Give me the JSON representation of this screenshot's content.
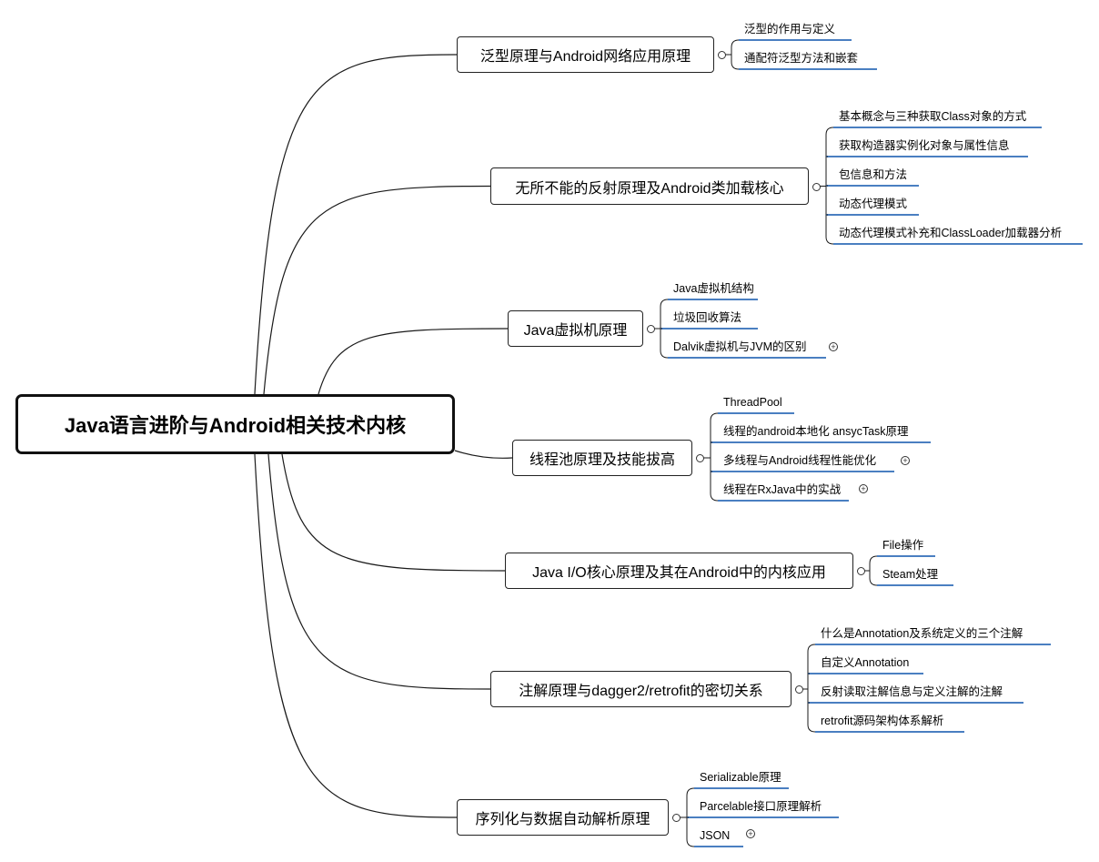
{
  "root": {
    "label": "Java语言进阶与Android相关技术内核"
  },
  "branches": [
    {
      "label": "泛型原理与Android网络应用原理",
      "items": [
        {
          "label": "泛型的作用与定义"
        },
        {
          "label": "通配符泛型方法和嵌套"
        }
      ]
    },
    {
      "label": "无所不能的反射原理及Android类加载核心",
      "items": [
        {
          "label": "基本概念与三种获取Class对象的方式"
        },
        {
          "label": "获取构造器实例化对象与属性信息"
        },
        {
          "label": "包信息和方法"
        },
        {
          "label": "动态代理模式"
        },
        {
          "label": "动态代理模式补充和ClassLoader加载器分析"
        }
      ]
    },
    {
      "label": "Java虚拟机原理",
      "items": [
        {
          "label": "Java虚拟机结构"
        },
        {
          "label": "垃圾回收算法"
        },
        {
          "label": "Dalvik虚拟机与JVM的区别",
          "collapsed": true
        }
      ]
    },
    {
      "label": "线程池原理及技能拔高",
      "items": [
        {
          "label": "ThreadPool"
        },
        {
          "label": "线程的android本地化 ansycTask原理"
        },
        {
          "label": "多线程与Android线程性能优化",
          "collapsed": true
        },
        {
          "label": "线程在RxJava中的实战",
          "collapsed": true
        }
      ]
    },
    {
      "label": "Java I/O核心原理及其在Android中的内核应用",
      "items": [
        {
          "label": "File操作"
        },
        {
          "label": "Steam处理"
        }
      ]
    },
    {
      "label": "注解原理与dagger2/retrofit的密切关系",
      "items": [
        {
          "label": "什么是Annotation及系统定义的三个注解"
        },
        {
          "label": "自定义Annotation"
        },
        {
          "label": "反射读取注解信息与定义注解的注解"
        },
        {
          "label": "retrofit源码架构体系解析"
        }
      ]
    },
    {
      "label": "序列化与数据自动解析原理",
      "items": [
        {
          "label": "Serializable原理"
        },
        {
          "label": "Parcelable接口原理解析"
        },
        {
          "label": "JSON",
          "collapsed": true
        }
      ]
    }
  ],
  "colors": {
    "leaf_underline": "#4a7fc1",
    "line": "#1a1a1a",
    "expand_icon": "circled-plus-icon"
  }
}
